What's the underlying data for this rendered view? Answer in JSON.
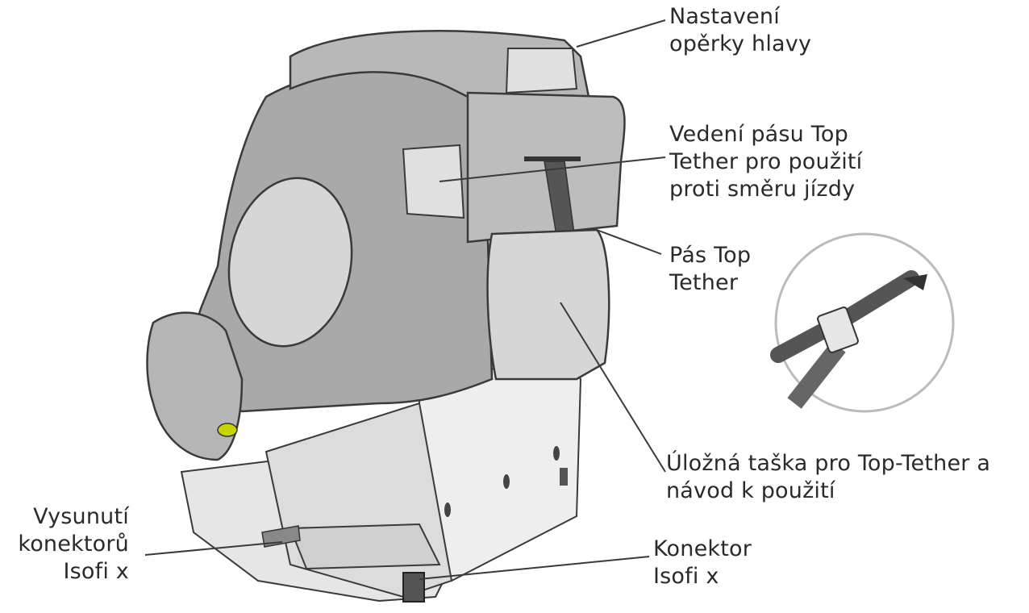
{
  "labels": {
    "headrest_adjustment": [
      "Nastavení",
      "opěrky hlavy"
    ],
    "top_tether_guide": [
      "Vedení pásu Top",
      "Tether pro použití",
      "proti směru jízdy"
    ],
    "top_tether_belt": [
      "Pás Top",
      "Tether"
    ],
    "storage_bag": [
      "Úložná taška pro Top-Tether a",
      "návod k použití"
    ],
    "isofix_release": [
      "Vysunutí",
      "konektorů",
      "Isofi x"
    ],
    "isofix_connector": [
      "Konektor",
      "Isofi x"
    ]
  },
  "colors": {
    "shell_dark": "#a9a9a9",
    "shell_mid": "#bdbdbd",
    "shell_light": "#d6d6d6",
    "base_light": "#e3e3e3",
    "base_lighter": "#eeeeee",
    "outline": "#3a3a3a",
    "strap": "#555555",
    "accent_yellow": "#c8d400",
    "text": "#2a2a2a"
  }
}
